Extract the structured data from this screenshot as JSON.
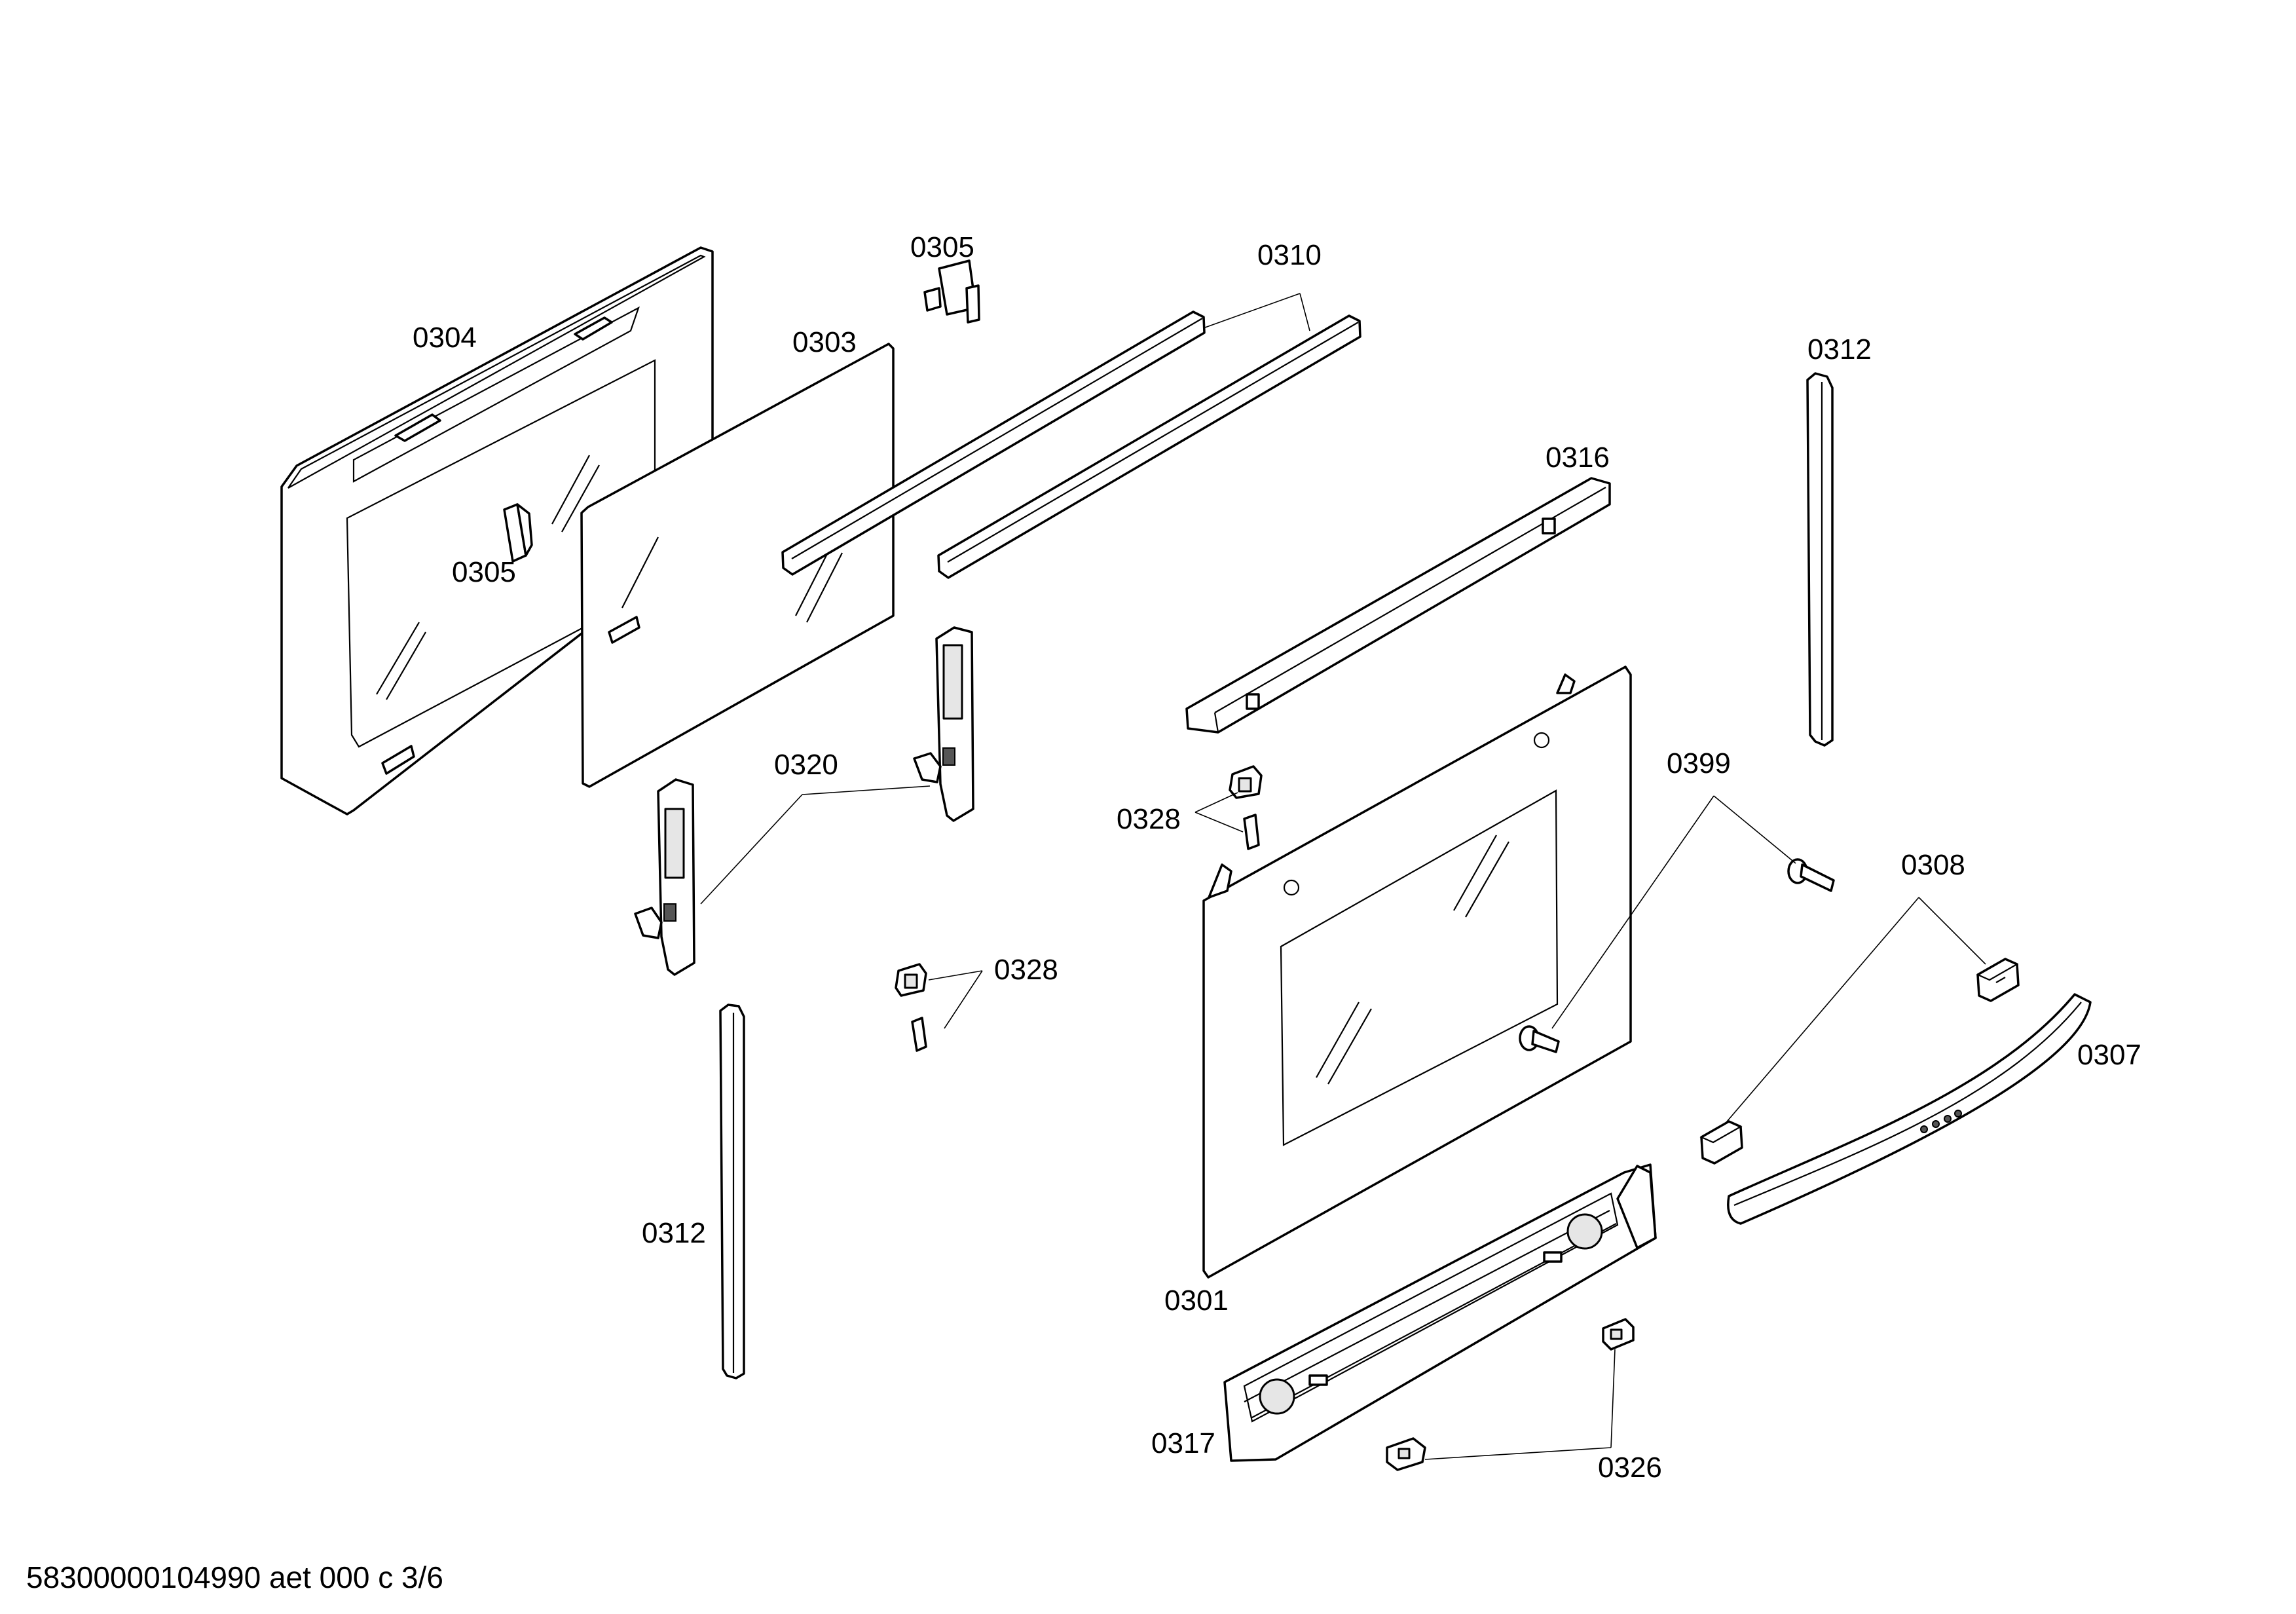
{
  "labels": {
    "p0304": "0304",
    "p0303": "0303",
    "p0305_top": "0305",
    "p0305_left": "0305",
    "p0310": "0310",
    "p0312_right": "0312",
    "p0312_left": "0312",
    "p0316": "0316",
    "p0320": "0320",
    "p0328_mid": "0328",
    "p0328_upper": "0328",
    "p0399": "0399",
    "p0308": "0308",
    "p0307": "0307",
    "p0301": "0301",
    "p0317": "0317",
    "p0326": "0326"
  },
  "footer": {
    "document_id": "58300000104990 aet 000 c 3/6"
  }
}
